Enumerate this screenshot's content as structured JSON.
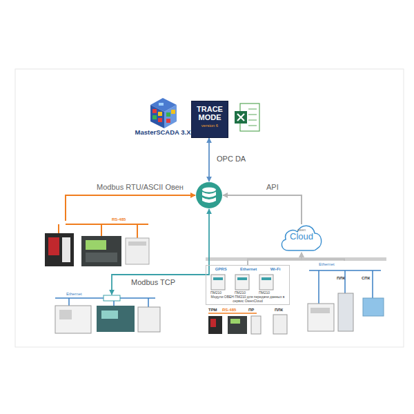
{
  "diagram": {
    "nodes": [
      {
        "text": [
          "MasterSCADA 3.X"
        ]
      },
      {
        "text": [
          "TRACE MODE",
          "version 6"
        ]
      },
      {
        "text": []
      },
      {
        "text": [
          "RS-485"
        ]
      },
      {
        "text": [
          "owen",
          "Cloud"
        ]
      },
      {
        "text": [
          "Ethernet"
        ]
      },
      {
        "text": [
          "GPRS",
          "Ethernet",
          "Wi-Fi",
          "Модули ОВЕН ПМ210 для передачи данных в сервис OwenCloud"
        ]
      },
      {
        "text": [
          "Ethernet"
        ]
      }
    ],
    "edges": [
      {
        "from": 1,
        "to": 2,
        "arrow": "both",
        "label": "OPC DA"
      },
      {
        "from": 3,
        "to": 2,
        "arrow": "to",
        "label": "Modbus RTU/ASCII Овен"
      },
      {
        "from": 2,
        "to": 5,
        "arrow": "both",
        "label": "Modbus TCP"
      },
      {
        "from": 4,
        "to": 2,
        "arrow": "to",
        "label": "API"
      },
      {
        "from": 6,
        "to": 4,
        "arrow": "to"
      },
      {
        "from": 7,
        "to": 4,
        "arrow": "to"
      }
    ],
    "labels": [
      "ПМ210",
      "ПМ210",
      "ПМ210",
      "ТРМ",
      "RS-485",
      "ПР",
      "ПЛК",
      "ПЛК",
      "СПК"
    ]
  }
}
